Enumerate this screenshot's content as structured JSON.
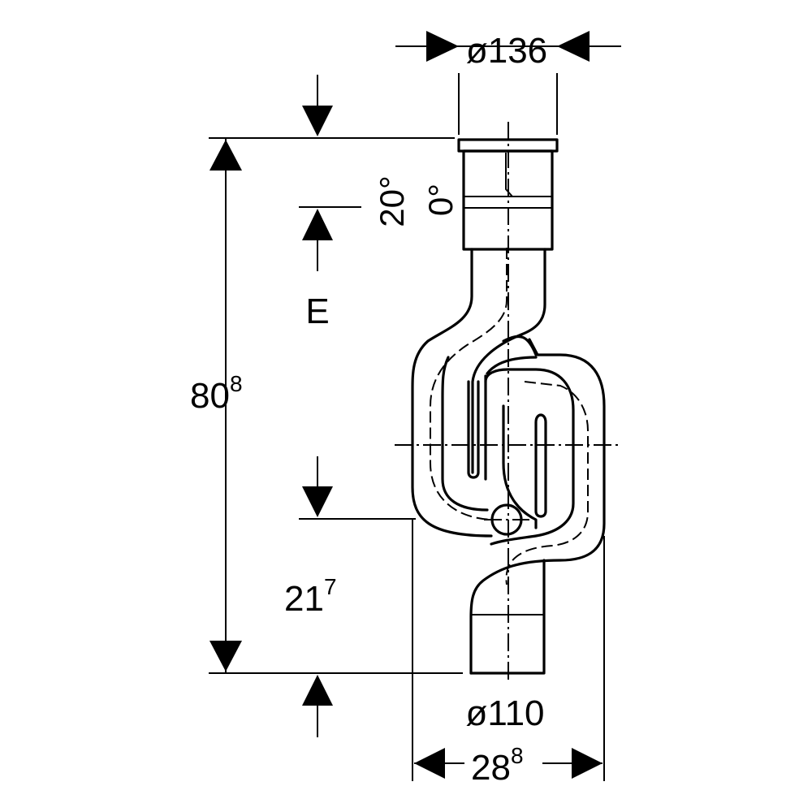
{
  "labels": {
    "top_diameter": "ø136",
    "bottom_diameter": "ø110",
    "height_main": "80",
    "height_main_sup": "8",
    "height_lower": "21",
    "height_lower_sup": "7",
    "width_bottom": "28",
    "width_bottom_sup": "8",
    "angle_20": "20°",
    "angle_0": "0°",
    "e_label": "E"
  }
}
